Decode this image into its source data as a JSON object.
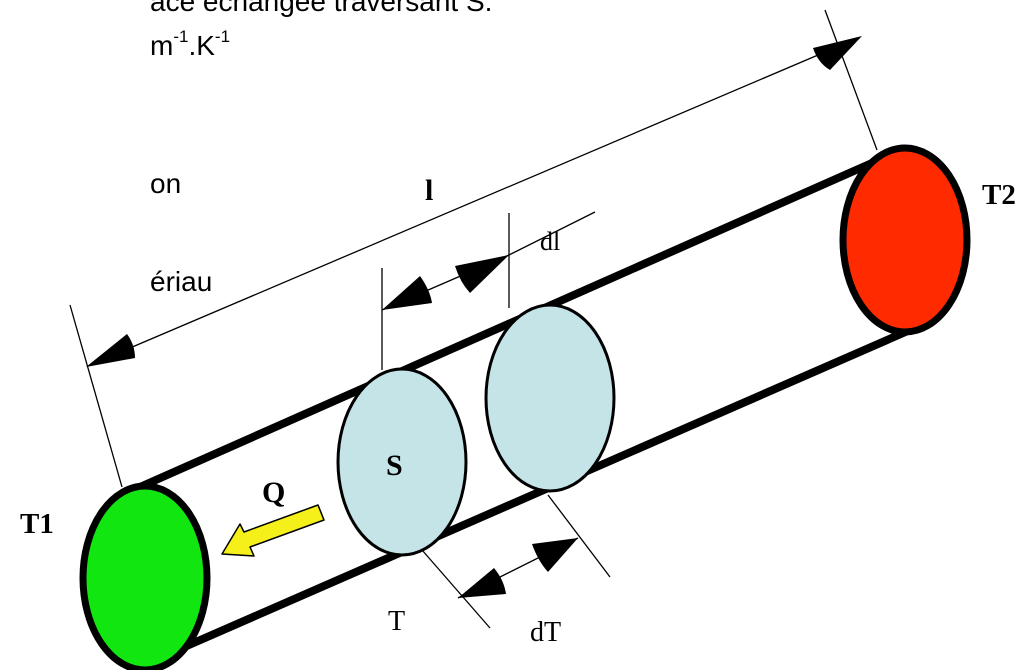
{
  "text_fragments": {
    "line1": "ace échangée traversant S.",
    "line2_m": "m",
    "line2_exp1": "-1",
    "line2_dotK": ".K",
    "line2_exp2": "-1",
    "line3": "on",
    "line4": "ériau"
  },
  "diagram": {
    "length_label": "l",
    "dl_label": "dl",
    "section_label": "S",
    "flux_label": "Q",
    "t1_label": "T1",
    "t2_label": "T2",
    "t_label": "T",
    "dt_label": "dT"
  },
  "colors": {
    "t1_disc": "#11e611",
    "t2_disc": "#ff2a00",
    "section_disc": "#c5e4e8",
    "flux_arrow": "#f5ef1a",
    "stroke": "#000000"
  }
}
